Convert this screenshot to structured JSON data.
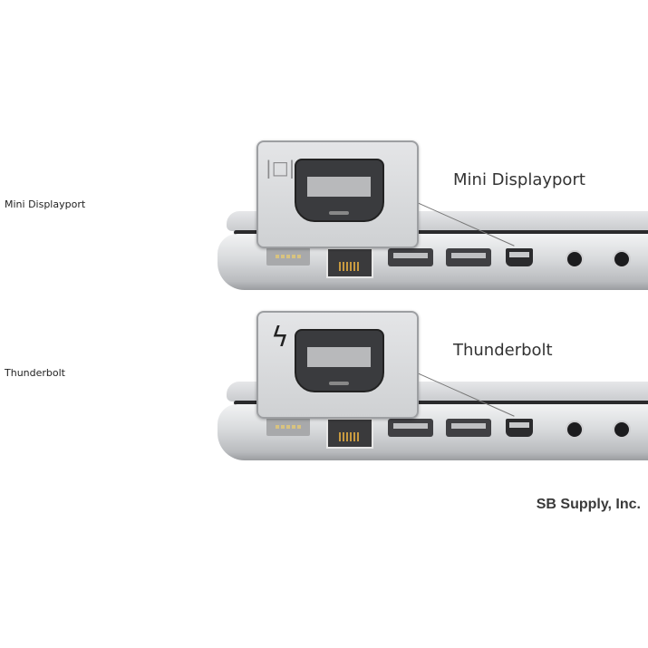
{
  "rows": [
    {
      "side_label": "Mini Displayport",
      "callout_title": "Mini Displayport",
      "port_icon": "display-icon",
      "port_symbol": "|□|"
    },
    {
      "side_label": "Thunderbolt",
      "callout_title": "Thunderbolt",
      "port_icon": "lightning-icon",
      "port_symbol": "ϟ"
    }
  ],
  "brand": "SB Supply, Inc."
}
